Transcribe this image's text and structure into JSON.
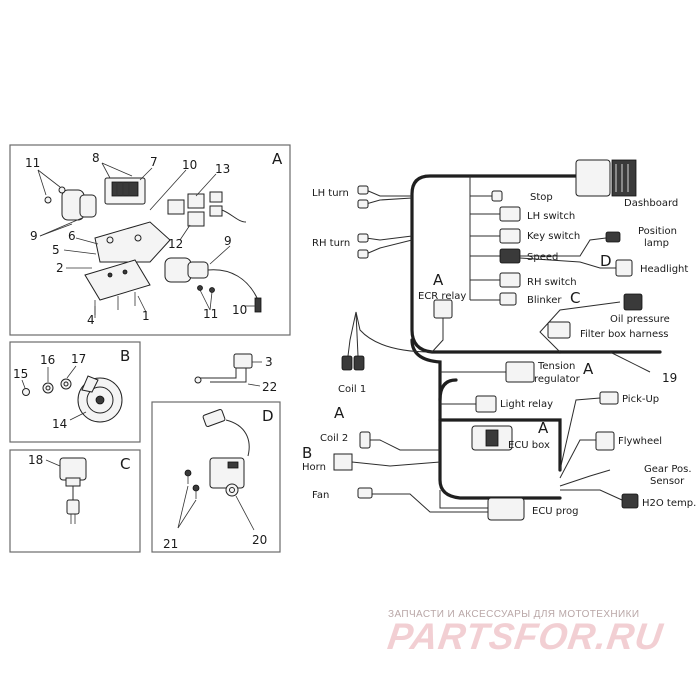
{
  "diagram": {
    "panels": {
      "a": {
        "letter": "A",
        "numbers": [
          "11",
          "8",
          "7",
          "10",
          "13",
          "9",
          "6",
          "5",
          "2",
          "12",
          "9",
          "4",
          "1",
          "11",
          "10"
        ]
      },
      "b": {
        "letter": "B",
        "numbers": [
          "15",
          "16",
          "17",
          "14"
        ]
      },
      "c": {
        "letter": "C",
        "numbers": [
          "18"
        ]
      },
      "d": {
        "letter": "D",
        "numbers": [
          "21",
          "20"
        ]
      }
    },
    "callouts": {
      "part3": "3",
      "part22": "22",
      "part19": "19"
    },
    "labels": {
      "dashboard": "Dashboard",
      "lh_turn": "LH turn",
      "rh_turn": "RH turn",
      "stop": "Stop",
      "lh_switch": "LH switch",
      "key_switch": "Key switch",
      "speed": "Speed",
      "rh_switch": "RH switch",
      "blinker": "Blinker",
      "position_lamp_1": "Position",
      "position_lamp_2": "lamp",
      "headlight": "Headlight",
      "ecr_relay": "ECR relay",
      "oil_pressure": "Oil pressure",
      "filter_box_harness": "Filter box harness",
      "coil1": "Coil 1",
      "coil2": "Coil 2",
      "tension_regulator_1": "Tension",
      "tension_regulator_2": "regulator",
      "light_relay": "Light relay",
      "pick_up": "Pick-Up",
      "ecu_box": "ECU box",
      "flywheel": "Flywheel",
      "horn": "Horn",
      "gear_pos_1": "Gear Pos.",
      "gear_pos_2": "Sensor",
      "h2o_temp": "H2O temp.",
      "fan": "Fan",
      "ecu_prog": "ECU prog"
    },
    "letters": {
      "d_speed": "D",
      "c_blinker": "C",
      "a_ecr": "A",
      "a_tension": "A",
      "a_coil2": "A",
      "a_ecu": "A",
      "b_horn": "B"
    }
  },
  "watermark": {
    "tagline": "ЗАПЧАСТИ И АКСЕССУАРЫ ДЛЯ МОТОТЕХНИКИ",
    "logo": "PARTSFOR.RU"
  }
}
